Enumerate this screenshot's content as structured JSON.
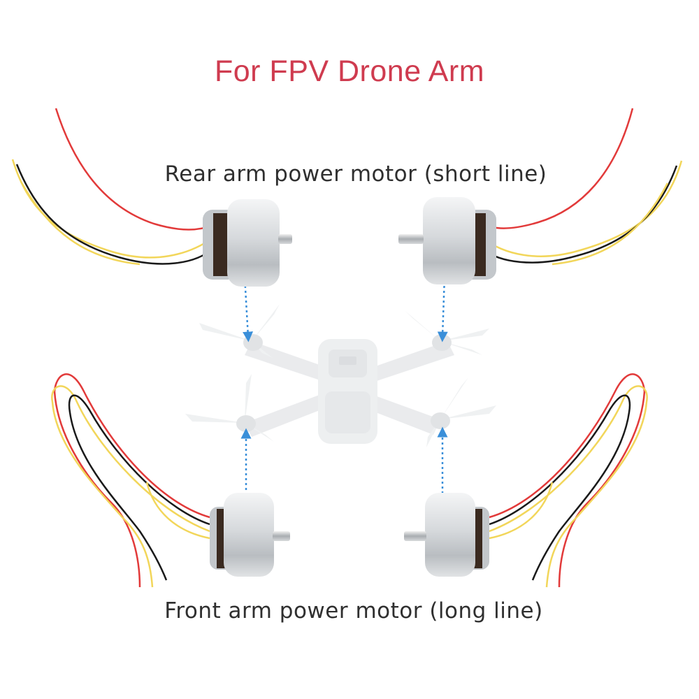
{
  "title": "For FPV Drone Arm",
  "labels": {
    "rear": "Rear arm power motor (short line)",
    "front": "Front arm power motor (long line)"
  },
  "colors": {
    "title": "#cf3b4f",
    "wire_red": "#e23a3a",
    "wire_yellow": "#f2d65a",
    "wire_black": "#1a1a1a",
    "arrow": "#3a8fd9",
    "motor_silver": "#d9dcdf",
    "drone_ghost": "#e6e8ea"
  },
  "icons": {
    "motor": "brushless-motor-icon",
    "drone": "drone-icon",
    "arrow": "dotted-arrow-icon"
  }
}
